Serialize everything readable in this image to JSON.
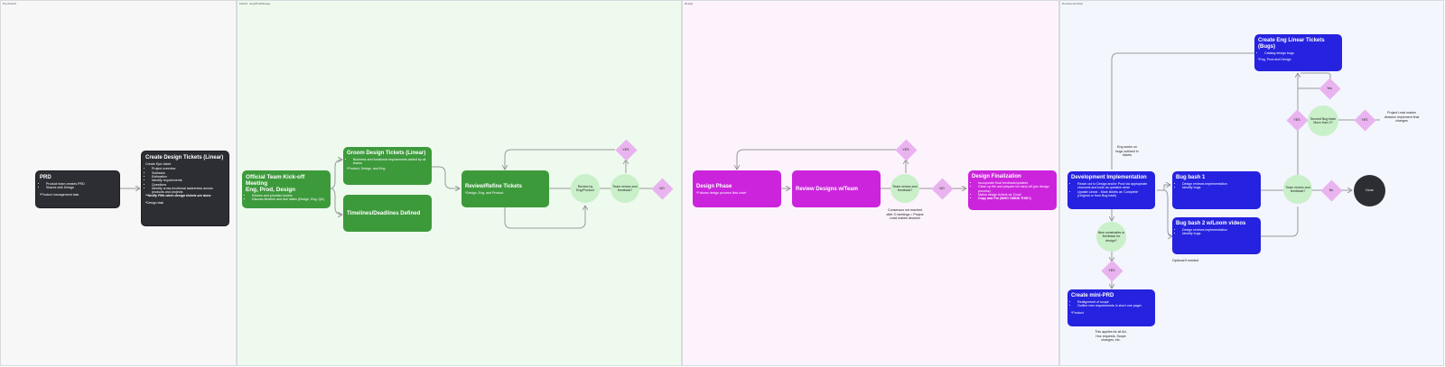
{
  "lanes": {
    "pre_kickoff": "Pre-Kickoff",
    "kickoff": "Kickoff - Eng/Prod/Design",
    "design": "Design",
    "development": "Development/QA"
  },
  "prd": {
    "title": "PRD",
    "items": [
      "Product team creates PRD",
      "Shares with Design"
    ],
    "note": "*Product management task"
  },
  "create_design_tickets": {
    "title": "Create Design Tickets (Linear)",
    "sub": "Create Epic ticket",
    "items": [
      "Project overview",
      "Subtasks",
      "Estimation",
      "Identify requirements",
      "Questions",
      "Identify cross-functional awareness across products and projects"
    ],
    "note_bold": "**Notify PMs when design tickets are done",
    "note": "*Design task"
  },
  "kickoff_meeting": {
    "title": "Official Team Kick-off Meeting",
    "title2": "Eng, Prod, Design",
    "items": [
      "Review and prioritize tickets",
      "Discuss timeline and due dates (Design, Eng, QA)"
    ]
  },
  "groom_tickets": {
    "title": "Groom Design Tickets (Linear)",
    "items": [
      "Business and functional requirements added by all teams"
    ],
    "note": "*Product, Design, and Eng"
  },
  "timelines": {
    "title": "Timelines/Deadlines Defined"
  },
  "review_refine": {
    "title": "Review/Refine Tickets",
    "sub": "*Design, Eng, and Product"
  },
  "review_by_eng": "Review by Eng/Product",
  "team_review_1": "Team review and feedback?",
  "yes_1": "YES",
  "no_1": "NO",
  "design_phase": {
    "title": "Design Phase",
    "sub": "*Follows design process flow chart"
  },
  "review_designs": {
    "title": "Review Designs w/Team"
  },
  "team_review_2": "Team review and feedback?",
  "yes_2": "YES",
  "no_2": "NO",
  "consensus_note": "Consensus not reached after 3 meetings = Project Lead makes decision",
  "design_finalization": {
    "title": "Design Finalization",
    "items": [
      "Incorporate final feedback/updates",
      "Clean up file and prepare for hand-off (per design process)",
      "Marks design tickets as 'Done'",
      "Copy and Pm (WHO OWNS THIS?)"
    ]
  },
  "dev_impl": {
    "title": "Development Implementation",
    "items": [
      "Reach out to Design and/or Prod via appropriate channels and tools as question arise",
      "Update Linear - Mark tickets as 'Complete' (Original or from Bug bash)"
    ]
  },
  "eng_works_note": "Eng works on bugs outlined in tickets",
  "new_constraints": "New constraints or feedback for design?",
  "yes_3": "YES",
  "mini_prd": {
    "title": "Create mini-PRD",
    "items": [
      "Realignment of scope",
      "Outline new requirements in short one pager"
    ],
    "note": "*Product"
  },
  "mini_prd_note": "This applies for all Ad-Hoc requests, Scope changes, etc.",
  "bug_bash_1": {
    "title": "Bug bash 1",
    "items": [
      "Design reviews implementation",
      "Identify bugs"
    ]
  },
  "bug_bash_2": {
    "title": "Bug bash 2 w/Loom videos",
    "items": [
      "Design reviews implementation",
      "Identify bugs"
    ]
  },
  "optional_note": "Optional if needed",
  "team_review_3": "Team review and feedback?",
  "no_3": "No",
  "done": "Done",
  "second_bug_bash": "Second Bug bash More than 2?",
  "yes_4": "YES",
  "yes_5": "YES",
  "yes_6": "Yes",
  "project_lead_note": "Project Lead makes decision Implement final changes",
  "eng_linear": {
    "title": "Create Eng Linear Tickets (Bugs)",
    "items": [
      "Catalog design bugs"
    ],
    "note": "*Eng, Prod and Design"
  }
}
